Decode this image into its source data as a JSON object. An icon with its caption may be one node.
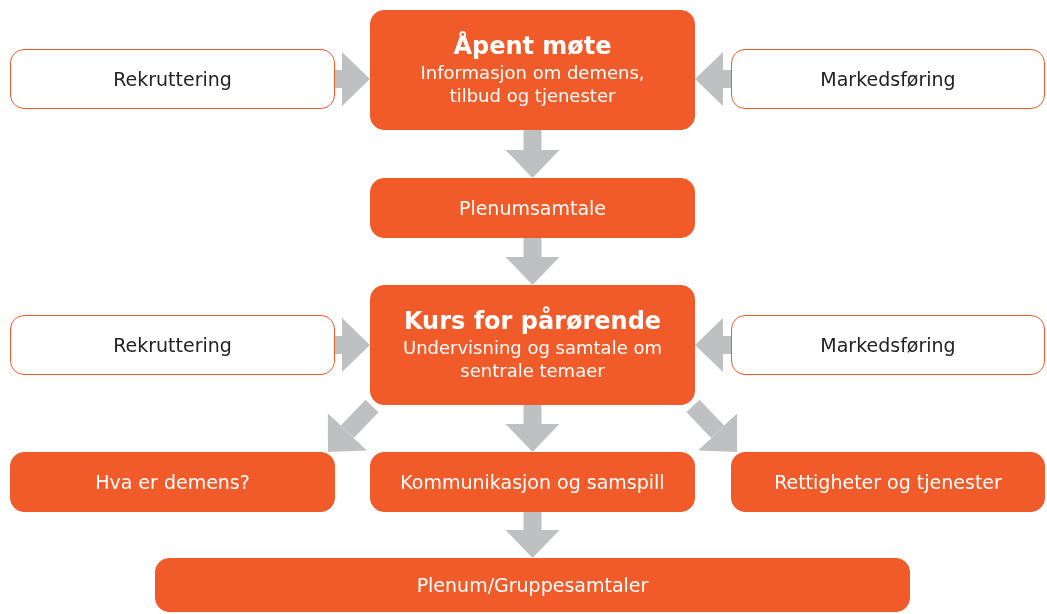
{
  "diagram": {
    "nodes": [
      {
        "text": [
          "Rekruttering"
        ]
      },
      {
        "text": [
          "Åpent møte",
          "Informasjon om demens, tilbud og tjenester"
        ]
      },
      {
        "text": [
          "Markedsføring"
        ]
      },
      {
        "text": [
          "Plenumsamtale"
        ]
      },
      {
        "text": [
          "Rekruttering"
        ]
      },
      {
        "text": [
          "Kurs for pårørende",
          "Undervisning og samtale om sentrale temaer"
        ]
      },
      {
        "text": [
          "Markedsføring"
        ]
      },
      {
        "text": [
          "Hva er demens?"
        ]
      },
      {
        "text": [
          "Kommunikasjon og samspill"
        ]
      },
      {
        "text": [
          "Rettigheter og tjenester"
        ]
      },
      {
        "text": [
          "Plenum/Gruppesamtaler"
        ]
      }
    ],
    "edges": [
      {
        "from": 0,
        "to": 1,
        "arrow": "to"
      },
      {
        "from": 2,
        "to": 1,
        "arrow": "to"
      },
      {
        "from": 1,
        "to": 3,
        "arrow": "to"
      },
      {
        "from": 3,
        "to": 5,
        "arrow": "to"
      },
      {
        "from": 4,
        "to": 5,
        "arrow": "to"
      },
      {
        "from": 6,
        "to": 5,
        "arrow": "to"
      },
      {
        "from": 5,
        "to": 7,
        "arrow": "to"
      },
      {
        "from": 5,
        "to": 8,
        "arrow": "to"
      },
      {
        "from": 5,
        "to": 9,
        "arrow": "to"
      },
      {
        "from": 8,
        "to": 10,
        "arrow": "to"
      }
    ]
  }
}
